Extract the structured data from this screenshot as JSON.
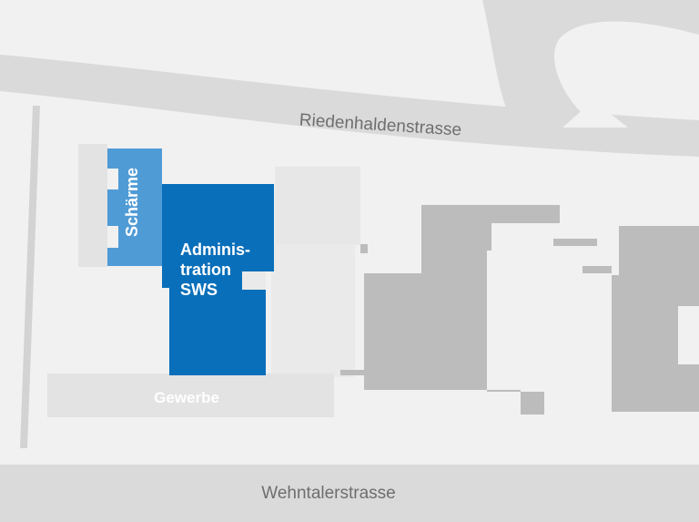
{
  "colors": {
    "background": "#f1f1f1",
    "road": "#dadada",
    "neighbor_building": "#bcbcbc",
    "building_light": "#e3e3e3",
    "admin_building": "#0a6fba",
    "shelter_building": "#4f9bd6",
    "label_dark": "#6e6e6e",
    "label_white": "#ffffff"
  },
  "roads": {
    "north_street_label": "Riedenhaldenstrasse",
    "south_street_label": "Wehntalerstrasse"
  },
  "buildings": {
    "shelters_label": "Schärme",
    "admin_label_line1": "Adminis-",
    "admin_label_line2": "tration",
    "admin_label_line3": "SWS",
    "commercial_label": "Gewerbe"
  }
}
